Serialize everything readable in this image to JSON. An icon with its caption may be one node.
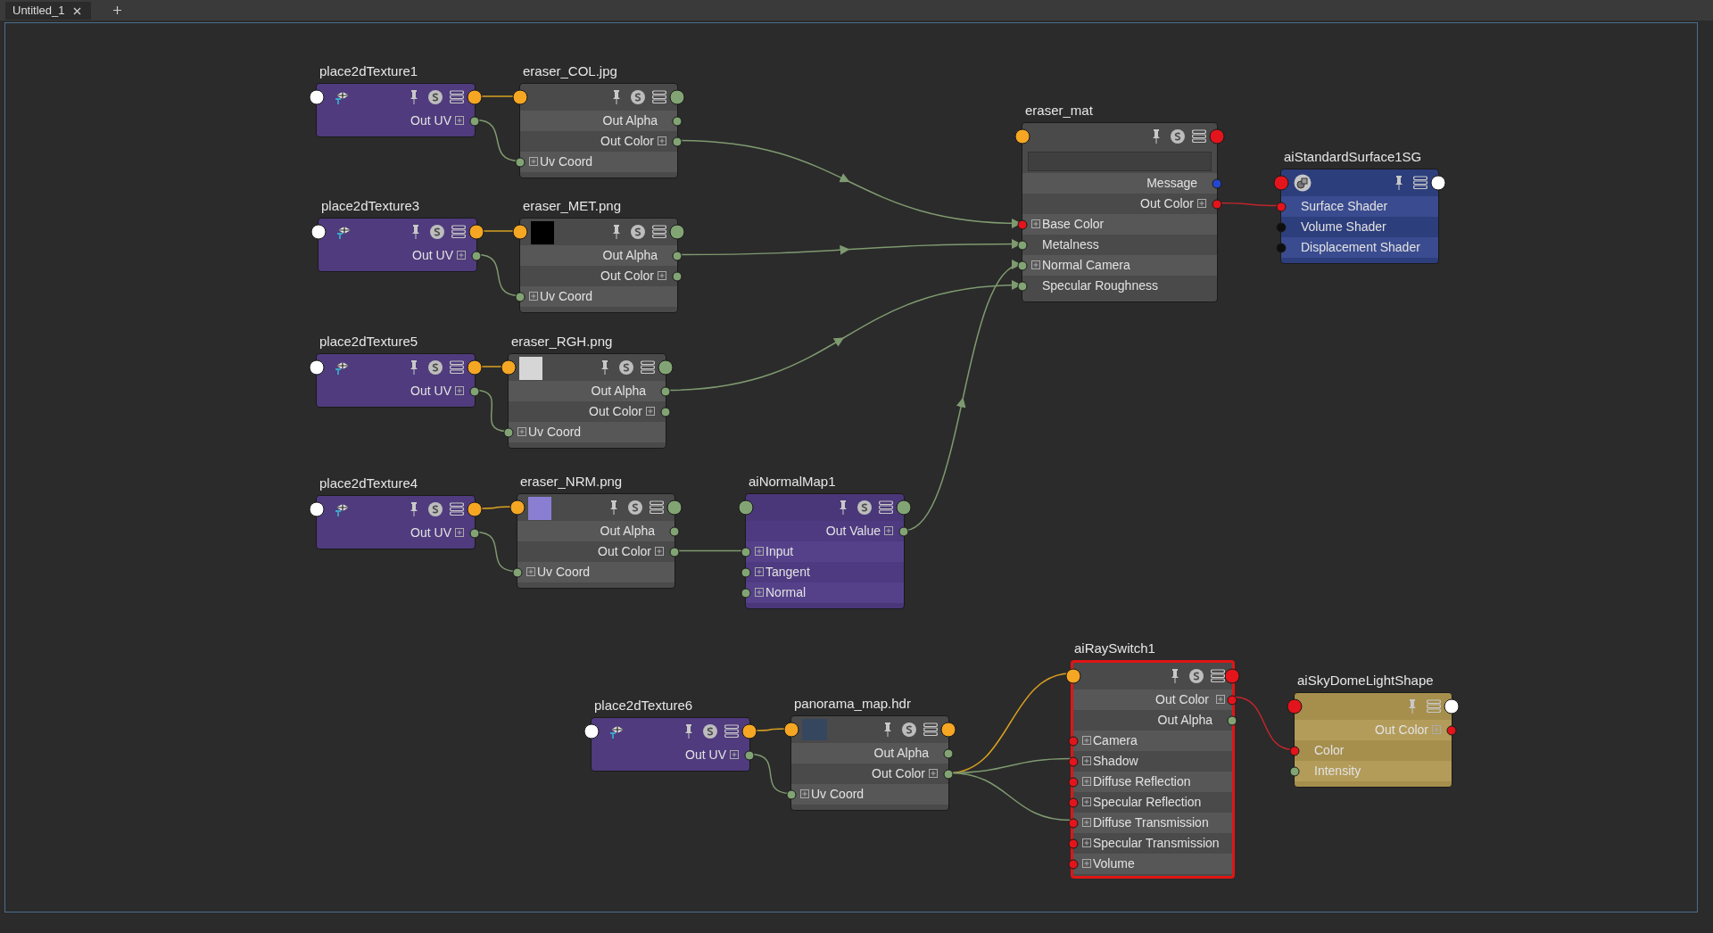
{
  "diagram": {
    "nodes": [
      {
        "text": [
          "place2dTexture1",
          "Out UV"
        ]
      },
      {
        "text": [
          "eraser_COL.jpg",
          "Out Alpha",
          "Out Color",
          "Uv Coord"
        ]
      },
      {
        "text": [
          "eraser_mat",
          "Message",
          "Out Color",
          "Base Color",
          "Metalness",
          "Normal Camera",
          "Specular Roughness"
        ]
      },
      {
        "text": [
          "aiStandardSurface1SG",
          "Surface Shader",
          "Volume Shader",
          "Displacement Shader"
        ]
      },
      {
        "text": [
          "place2dTexture3",
          "Out UV"
        ]
      },
      {
        "text": [
          "eraser_MET.png",
          "Out Alpha",
          "Out Color",
          "Uv Coord"
        ]
      },
      {
        "text": [
          "place2dTexture5",
          "Out UV"
        ]
      },
      {
        "text": [
          "eraser_RGH.png",
          "Out Alpha",
          "Out Color",
          "Uv Coord"
        ]
      },
      {
        "text": [
          "place2dTexture4",
          "Out UV"
        ]
      },
      {
        "text": [
          "eraser_NRM.png",
          "Out Alpha",
          "Out Color",
          "Uv Coord"
        ]
      },
      {
        "text": [
          "aiNormalMap1",
          "Out Value",
          "Input",
          "Tangent",
          "Normal"
        ]
      },
      {
        "text": [
          "aiRaySwitch1",
          "Out Color",
          "Out Alpha",
          "Camera",
          "Shadow",
          "Diffuse Reflection",
          "Specular Reflection",
          "Diffuse Transmission",
          "Specular Transmission",
          "Volume"
        ]
      },
      {
        "text": [
          "aiSkyDomeLightShape",
          "Out Color",
          "Color",
          "Intensity"
        ]
      },
      {
        "text": [
          "place2dTexture6",
          "Out UV"
        ]
      },
      {
        "text": [
          "panorama_map.hdr",
          "Out Alpha",
          "Out Color",
          "Uv Coord"
        ]
      }
    ],
    "edges": [
      {
        "from": 0,
        "to": 1,
        "arrow": "none",
        "color": "#d9a021"
      },
      {
        "from": 0,
        "to": 1,
        "arrow": "none"
      },
      {
        "from": 1,
        "to": 2,
        "arrow": "to"
      },
      {
        "from": 2,
        "to": 3,
        "arrow": "none",
        "color": "#c0262b"
      },
      {
        "from": 4,
        "to": 5,
        "arrow": "none",
        "color": "#d9a021"
      },
      {
        "from": 4,
        "to": 5,
        "arrow": "none"
      },
      {
        "from": 5,
        "to": 2,
        "arrow": "to"
      },
      {
        "from": 6,
        "to": 7,
        "arrow": "none",
        "color": "#d9a021"
      },
      {
        "from": 6,
        "to": 7,
        "arrow": "none"
      },
      {
        "from": 7,
        "to": 2,
        "arrow": "to"
      },
      {
        "from": 8,
        "to": 9,
        "arrow": "none",
        "color": "#d9a021"
      },
      {
        "from": 8,
        "to": 9,
        "arrow": "none"
      },
      {
        "from": 9,
        "to": 10,
        "arrow": "none"
      },
      {
        "from": 10,
        "to": 2,
        "arrow": "to"
      },
      {
        "from": 13,
        "to": 14,
        "arrow": "none",
        "color": "#d9a021"
      },
      {
        "from": 13,
        "to": 14,
        "arrow": "none"
      },
      {
        "from": 14,
        "to": 11,
        "arrow": "none",
        "color": "#d9a021"
      },
      {
        "from": 14,
        "to": 11,
        "arrow": "none"
      },
      {
        "from": 14,
        "to": 11,
        "arrow": "none"
      },
      {
        "from": 11,
        "to": 12,
        "arrow": "none",
        "color": "#c0262b"
      }
    ],
    "labels": [
      "Untitled_1"
    ]
  }
}
